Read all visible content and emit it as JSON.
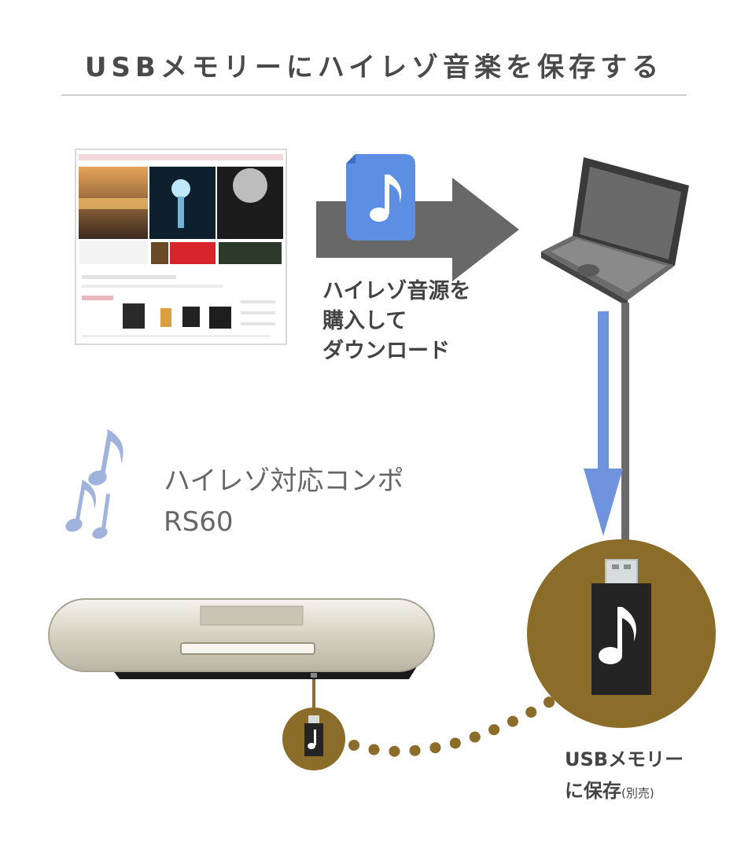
{
  "title": "USBメモリーにハイレゾ音楽を保存する",
  "download_caption": [
    "ハイレゾ音源を",
    "購入して",
    "ダウンロード"
  ],
  "combo_caption": [
    "ハイレゾ対応コンポ",
    "RS60"
  ],
  "usb_caption": {
    "line1": "USBメモリー",
    "line2": "に保存",
    "note": "(別売)"
  },
  "colors": {
    "gold": "#8b6c28",
    "arrow_gray": "#5b5b5b",
    "arrow_blue": "#6f93dd",
    "file_blue": "#5c8fe3",
    "note_blue": "#9fb3dd"
  },
  "icons": [
    "website-screenshot",
    "music-file-icon",
    "laptop-icon",
    "usb-memory-icon",
    "music-notes-icon",
    "rs60-combo-device",
    "usb-port-icon"
  ]
}
